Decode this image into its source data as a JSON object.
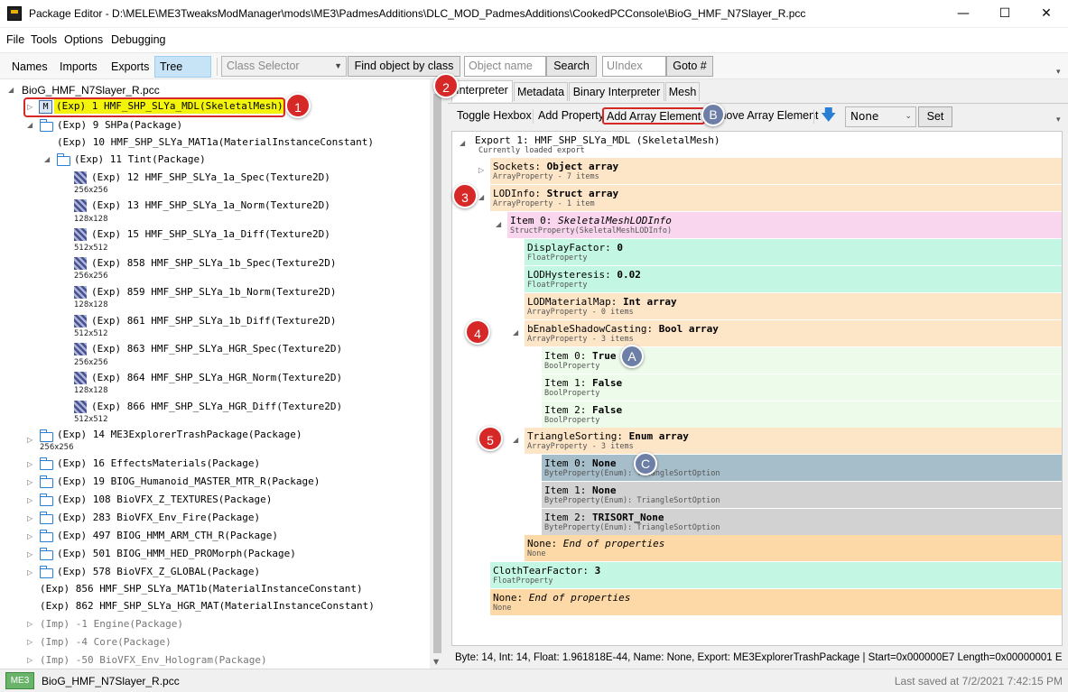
{
  "window": {
    "title": "Package Editor - D:\\MELE\\ME3TweaksModManager\\mods\\ME3\\PadmesAdditions\\DLC_MOD_PadmesAdditions\\CookedPCConsole\\BioG_HMF_N7Slayer_R.pcc",
    "minimize": "—",
    "maximize": "☐",
    "close": "✕"
  },
  "menu": [
    "File",
    "Tools",
    "Options",
    "Debugging"
  ],
  "toolbar": {
    "names": "Names",
    "imports": "Imports",
    "exports": "Exports",
    "treeview": "Tree View",
    "class_selector": "Class Selector",
    "find_by_class": "Find object by class",
    "object_name_placeholder": "Object name",
    "search": "Search",
    "uindex_placeholder": "UIndex",
    "goto": "Goto #"
  },
  "tree": {
    "root": "BioG_HMF_N7Slayer_R.pcc",
    "m_label": "M",
    "selected": "(Exp) 1 HMF_SHP_SLYa_MDL(SkeletalMesh)",
    "nodes": [
      {
        "text": "(Exp) 9 SHPa(Package)"
      },
      {
        "text": "(Exp) 10 HMF_SHP_SLYa_MAT1a(MaterialInstanceConstant)"
      },
      {
        "text": "(Exp) 11 Tint(Package)"
      },
      {
        "text": "(Exp) 12 HMF_SHP_SLYa_1a_Spec(Texture2D)",
        "dims": "256x256"
      },
      {
        "text": "(Exp) 13 HMF_SHP_SLYa_1a_Norm(Texture2D)",
        "dims": "128x128"
      },
      {
        "text": "(Exp) 15 HMF_SHP_SLYa_1a_Diff(Texture2D)",
        "dims": "512x512"
      },
      {
        "text": "(Exp) 858 HMF_SHP_SLYa_1b_Spec(Texture2D)",
        "dims": "256x256"
      },
      {
        "text": "(Exp) 859 HMF_SHP_SLYa_1b_Norm(Texture2D)",
        "dims": "128x128"
      },
      {
        "text": "(Exp) 861 HMF_SHP_SLYa_1b_Diff(Texture2D)",
        "dims": "512x512"
      },
      {
        "text": "(Exp) 863 HMF_SHP_SLYa_HGR_Spec(Texture2D)",
        "dims": "256x256"
      },
      {
        "text": "(Exp) 864 HMF_SHP_SLYa_HGR_Norm(Texture2D)",
        "dims": "128x128"
      },
      {
        "text": "(Exp) 866 HMF_SHP_SLYa_HGR_Diff(Texture2D)",
        "dims": "512x512"
      },
      {
        "text": "(Exp) 14 ME3ExplorerTrashPackage(Package)",
        "dims": "256x256"
      },
      {
        "text": "(Exp) 16 EffectsMaterials(Package)"
      },
      {
        "text": "(Exp) 19 BIOG_Humanoid_MASTER_MTR_R(Package)"
      },
      {
        "text": "(Exp) 108 BioVFX_Z_TEXTURES(Package)"
      },
      {
        "text": "(Exp) 283 BioVFX_Env_Fire(Package)"
      },
      {
        "text": "(Exp) 497 BIOG_HMM_ARM_CTH_R(Package)"
      },
      {
        "text": "(Exp) 501 BIOG_HMM_HED_PROMorph(Package)"
      },
      {
        "text": "(Exp) 578 BioVFX_Z_GLOBAL(Package)"
      },
      {
        "text": "(Exp) 856 HMF_SHP_SLYa_MAT1b(MaterialInstanceConstant)"
      },
      {
        "text": "(Exp) 862 HMF_SHP_SLYa_HGR_MAT(MaterialInstanceConstant)"
      },
      {
        "text": "(Imp) -1 Engine(Package)"
      },
      {
        "text": "(Imp) -4 Core(Package)"
      },
      {
        "text": "(Imp) -50 BioVFX_Env_Hologram(Package)"
      }
    ]
  },
  "tabs": [
    "Interpreter",
    "Metadata",
    "Binary Interpreter",
    "Mesh"
  ],
  "interp_toolbar": {
    "toggle_hexbox": "Toggle Hexbox",
    "add_property": "Add Property",
    "add_array_element": "Add Array Element",
    "remove_array_element": "Remove Array Element",
    "down_arrow": "🡇",
    "none_select": "None",
    "set": "Set"
  },
  "props": {
    "export_header": "Export 1: HMF_SHP_SLYa_MDL (SkeletalMesh)",
    "export_sub": "Currently loaded export",
    "sockets": {
      "name": "Sockets:",
      "value": "Object array",
      "type": "ArrayProperty - 7 items"
    },
    "lodinfo": {
      "name": "LODInfo:",
      "value": "Struct array",
      "type": "ArrayProperty - 1 item"
    },
    "item0": {
      "name": "Item 0:",
      "value": "SkeletalMeshLODInfo",
      "type": "StructProperty(SkeletalMeshLODInfo)"
    },
    "displayfactor": {
      "name": "DisplayFactor:",
      "value": "0",
      "type": "FloatProperty"
    },
    "lodhysteresis": {
      "name": "LODHysteresis:",
      "value": "0.02",
      "type": "FloatProperty"
    },
    "lodmaterialmap": {
      "name": "LODMaterialMap:",
      "value": "Int array",
      "type": "ArrayProperty - 0 items"
    },
    "shadowcasting": {
      "name": "bEnableShadowCasting:",
      "value": "Bool array",
      "type": "ArrayProperty - 3 items"
    },
    "bool0": {
      "name": "Item 0:",
      "value": "True",
      "type": "BoolProperty"
    },
    "bool1": {
      "name": "Item 1:",
      "value": "False",
      "type": "BoolProperty"
    },
    "bool2": {
      "name": "Item 2:",
      "value": "False",
      "type": "BoolProperty"
    },
    "trisort": {
      "name": "TriangleSorting:",
      "value": "Enum array",
      "type": "ArrayProperty - 3 items"
    },
    "enum0": {
      "name": "Item 0:",
      "value": "None",
      "type": "ByteProperty(Enum): TriangleSortOption"
    },
    "enum1": {
      "name": "Item 1:",
      "value": "None",
      "type": "ByteProperty(Enum): TriangleSortOption"
    },
    "enum2": {
      "name": "Item 2:",
      "value": "TRISORT_None",
      "type": "ByteProperty(Enum): TriangleSortOption"
    },
    "endinner": {
      "name": "None:",
      "value": "End of properties",
      "type": "None"
    },
    "clothtear": {
      "name": "ClothTearFactor:",
      "value": "3",
      "type": "FloatProperty"
    },
    "endouter": {
      "name": "None:",
      "value": "End of properties",
      "type": "None"
    }
  },
  "status_line": "Byte: 14, Int: 14, Float: 1.961818E-44, Name: None, Export: ME3ExplorerTrashPackage | Start=0x000000E7 Length=0x00000001 E",
  "bottom": {
    "game": "ME3",
    "file": "BioG_HMF_N7Slayer_R.pcc",
    "saved": "Last saved at 7/2/2021 7:42:15 PM"
  },
  "badges": {
    "r1": "1",
    "r2": "2",
    "r3": "3",
    "r4": "4",
    "r5": "5",
    "ba": "A",
    "bb": "B",
    "bc": "C"
  },
  "colors": {
    "array": "#fde5c8",
    "struct": "#f9d6ee",
    "float": "#c3f7e4",
    "bool": "#edfbea",
    "enum_selected": "#a6bdca",
    "enum": "#d2d2d2",
    "none": "#fed9a8",
    "selection": "#f4f40a",
    "badge_red": "#d72828",
    "badge_blue": "#6d7fa6"
  }
}
